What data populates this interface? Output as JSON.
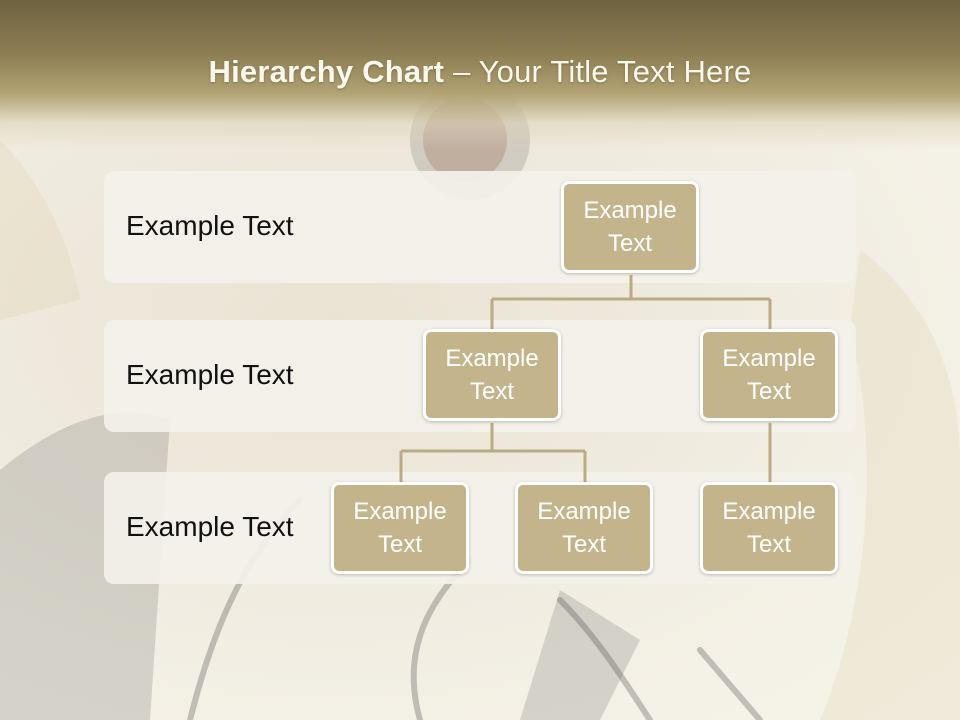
{
  "title": {
    "bold": "Hierarchy Chart",
    "separator": " – ",
    "rest": "Your Title Text Here"
  },
  "levels": [
    {
      "label": "Example Text"
    },
    {
      "label": "Example Text"
    },
    {
      "label": "Example Text"
    }
  ],
  "nodes": {
    "root": "Example Text",
    "mid_left": "Example Text",
    "mid_right": "Example Text",
    "leaf_1": "Example Text",
    "leaf_2": "Example Text",
    "leaf_3": "Example Text"
  },
  "colors": {
    "header": "#8c7c52",
    "node_fill": "#c3b48b",
    "node_border": "#ffffff",
    "connector": "#b9ab83",
    "band": "#f3f1ea"
  }
}
